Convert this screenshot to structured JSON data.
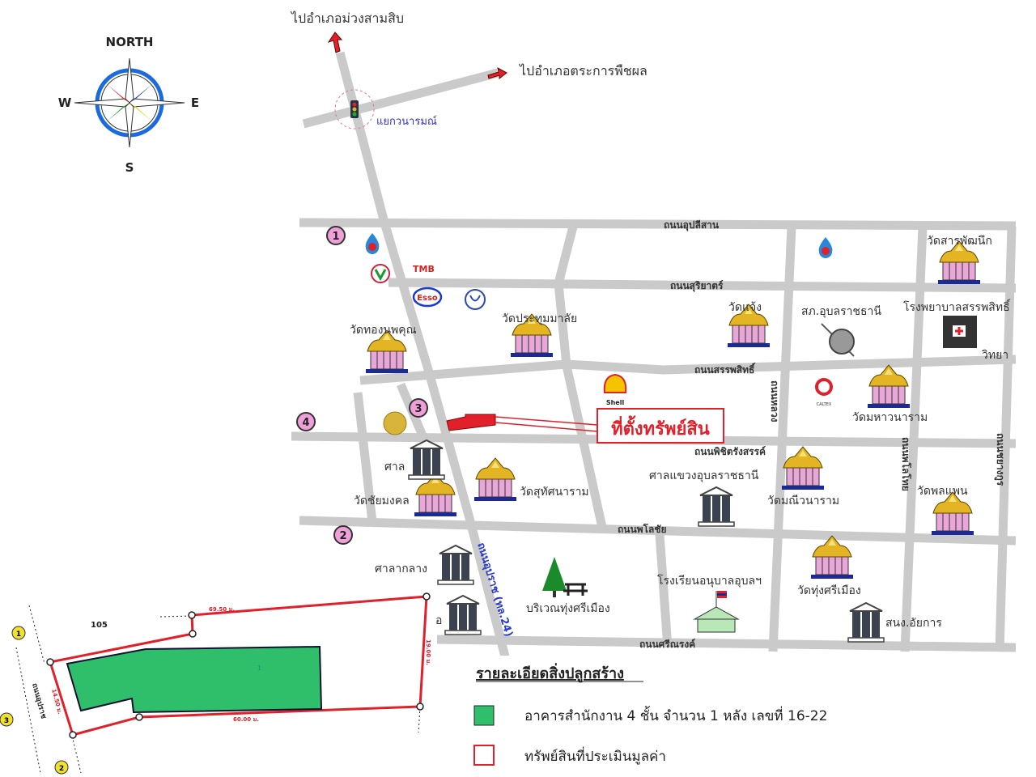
{
  "compass": {
    "north": "NORTH",
    "west": "W",
    "east": "E",
    "south": "S"
  },
  "directions": {
    "to_muang_sam_sip": "ไปอำเภอม่วงสามสิบ",
    "to_trakan_phuet_phon": "ไปอำเภอตระการพืชผล",
    "intersection": "แยกวนารมณ์"
  },
  "roads": {
    "upalisan": "ถนนอุปลีสาน",
    "suriyat": "ถนนสุริยาตร์",
    "sapphasit": "ถนนสรรพสิทธิ์",
    "phichit_rangsan": "ถนนพิชิตรังสรรค์",
    "phonlachai": "ถนนพโลชัย",
    "si_narong": "ถนนศรีณรงค์",
    "luang": "ถนนหลวง",
    "phromthep": "ถนนพโลโทย",
    "chayangkun": "ถนนชยางกูร",
    "uparat": "ถนนอุปราช (ทล.24)"
  },
  "places": {
    "wat_thong_nopphakhun": "วัดทองนพคุณ",
    "wat_prathum": "วัดประทุมมาลัย",
    "wat_chaeng": "วัดแจ้ง",
    "wat_saraphan": "วัดสารพัฒนึก",
    "police": "สภ.อุบลราชธานี",
    "hospital": "โรงพยาบาลสรรพสิทธิ์",
    "college": "วิทยา",
    "wat_maha_wanaram": "วัดมหาวนาราม",
    "wat_mani_wanaram": "วัดมณีวนาราม",
    "wat_phon_phaen": "วัดพลแพน",
    "wat_suthat": "วัดสุทัศนาราม",
    "wat_chai_mongkhon": "วัดชัยมงคล",
    "wat_thung_si_mueang": "วัดทุ่งศรีเมือง",
    "court": "ศาล",
    "district_court": "ศาลแขวงอุบลราชธานี",
    "city_hall": "ศาลากลาง",
    "district_office": "อ",
    "prosecutor": "สนง.อัยการ",
    "park": "บริเวณทุ่งศรีเมือง",
    "school": "โรงเรียนอนุบาลอุบลฯ",
    "tmb": "TMB",
    "esso": "Esso",
    "shell": "Shell",
    "caltex": "CALTEX"
  },
  "property_callout": "ที่ตั้งทรัพย์สิน",
  "markers": [
    "1",
    "2",
    "3",
    "4"
  ],
  "plot": {
    "parcel_no": "105",
    "dim_top": "69.50 ม.",
    "dim_right": "19.00 ม.",
    "dim_bottom": "60.00 ม.",
    "dim_left": "14.50 ม.",
    "road": "ถนนอุปราช",
    "building_no": "1",
    "markers": [
      "1",
      "2",
      "3"
    ]
  },
  "legend": {
    "title": "รายละเอียดสิ่งปลูกสร้าง",
    "items": [
      {
        "label": "อาคารสำนักงาน 4 ชั้น จำนวน 1 หลัง เลขที่ 16-22",
        "color": "#2fbf6a"
      },
      {
        "label": "ทรัพย์สินที่ประเมินมูลค่า",
        "color": "#e0202a"
      }
    ]
  },
  "colors": {
    "road": "#cacaca",
    "accent_red": "#e0202a",
    "building_green": "#2fbf6a"
  }
}
